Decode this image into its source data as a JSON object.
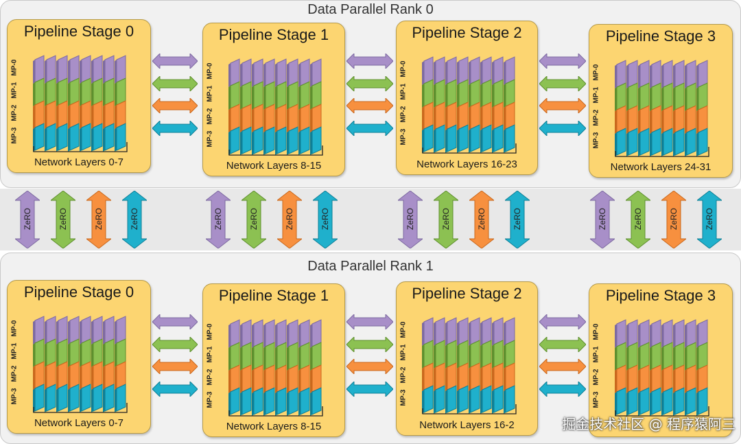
{
  "ranks": [
    {
      "title": "Data Parallel Rank 0",
      "stages": [
        {
          "title": "Pipeline Stage 0",
          "footer": "Network Layers 0-7"
        },
        {
          "title": "Pipeline Stage 1",
          "footer": "Network Layers 8-15"
        },
        {
          "title": "Pipeline Stage 2",
          "footer": "Network Layers 16-23"
        },
        {
          "title": "Pipeline Stage 3",
          "footer": "Network Layers 24-31"
        }
      ]
    },
    {
      "title": "Data Parallel Rank 1",
      "stages": [
        {
          "title": "Pipeline Stage 0",
          "footer": "Network Layers 0-7"
        },
        {
          "title": "Pipeline Stage 1",
          "footer": "Network Layers 8-15"
        },
        {
          "title": "Pipeline Stage 2",
          "footer": "Network Layers 16-2"
        },
        {
          "title": "Pipeline Stage 3",
          "footer": ""
        }
      ]
    }
  ],
  "mp_labels": [
    "MP-0",
    "MP-1",
    "MP-2",
    "MP-3"
  ],
  "zero_label": "ZeRO",
  "colors": {
    "mp0": "#a88fc8",
    "mp1": "#8cc152",
    "mp2": "#f7903f",
    "mp3": "#1fb0cc",
    "stage_bg": "#fcd571",
    "panel_bg": "#f1f1f1"
  },
  "watermark": "掘金技术社区 @ 程序猿阿三"
}
